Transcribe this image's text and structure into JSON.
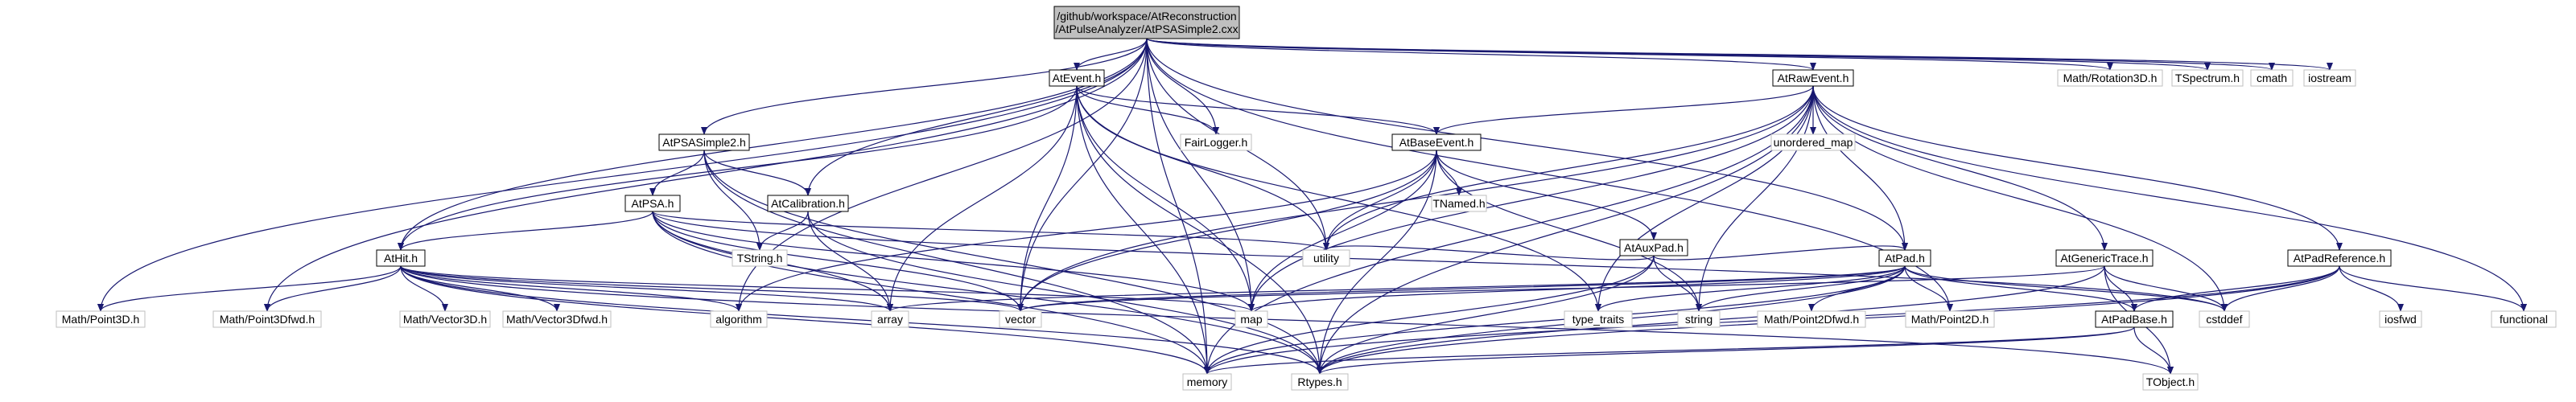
{
  "graph": {
    "type": "include-dependency-graph",
    "edge_color": "#191970",
    "node_fill": "#ffffff",
    "root_fill": "#bfbfbf",
    "external_border": "#bfbfbf",
    "nodes": [
      {
        "id": "root",
        "lines": [
          "/github/workspace/AtReconstruction",
          "/AtPulseAnalyzer/AtPSASimple2.cxx"
        ],
        "kind": "root"
      },
      {
        "id": "atevent",
        "lines": [
          "AtEvent.h"
        ],
        "kind": "local"
      },
      {
        "id": "atrawevent",
        "lines": [
          "AtRawEvent.h"
        ],
        "kind": "local"
      },
      {
        "id": "rotation3d",
        "lines": [
          "Math/Rotation3D.h"
        ],
        "kind": "external"
      },
      {
        "id": "tspectrum",
        "lines": [
          "TSpectrum.h"
        ],
        "kind": "external"
      },
      {
        "id": "cmath",
        "lines": [
          "cmath"
        ],
        "kind": "external"
      },
      {
        "id": "iostream",
        "lines": [
          "iostream"
        ],
        "kind": "external"
      },
      {
        "id": "atpsasimple2h",
        "lines": [
          "AtPSASimple2.h"
        ],
        "kind": "local"
      },
      {
        "id": "fairlogger",
        "lines": [
          "FairLogger.h"
        ],
        "kind": "external"
      },
      {
        "id": "atbaseevent",
        "lines": [
          "AtBaseEvent.h"
        ],
        "kind": "local"
      },
      {
        "id": "unordered_map",
        "lines": [
          "unordered_map"
        ],
        "kind": "external"
      },
      {
        "id": "atpsa",
        "lines": [
          "AtPSA.h"
        ],
        "kind": "local"
      },
      {
        "id": "atcalibration",
        "lines": [
          "AtCalibration.h"
        ],
        "kind": "local"
      },
      {
        "id": "tnamed",
        "lines": [
          "TNamed.h"
        ],
        "kind": "external"
      },
      {
        "id": "ataux",
        "lines": [
          "AtAuxPad.h"
        ],
        "kind": "local"
      },
      {
        "id": "atpadref",
        "lines": [
          "AtPadReference.h"
        ],
        "kind": "local"
      },
      {
        "id": "tstring",
        "lines": [
          "TString.h"
        ],
        "kind": "external"
      },
      {
        "id": "utility",
        "lines": [
          "utility"
        ],
        "kind": "external"
      },
      {
        "id": "athit",
        "lines": [
          "AtHit.h"
        ],
        "kind": "local"
      },
      {
        "id": "atpad",
        "lines": [
          "AtPad.h"
        ],
        "kind": "local"
      },
      {
        "id": "atgeneric",
        "lines": [
          "AtGenericTrace.h"
        ],
        "kind": "local"
      },
      {
        "id": "point3d",
        "lines": [
          "Math/Point3D.h"
        ],
        "kind": "external"
      },
      {
        "id": "point3dfwd",
        "lines": [
          "Math/Point3Dfwd.h"
        ],
        "kind": "external"
      },
      {
        "id": "vector3d",
        "lines": [
          "Math/Vector3D.h"
        ],
        "kind": "external"
      },
      {
        "id": "vector3dfwd",
        "lines": [
          "Math/Vector3Dfwd.h"
        ],
        "kind": "external"
      },
      {
        "id": "algorithm",
        "lines": [
          "algorithm"
        ],
        "kind": "external"
      },
      {
        "id": "array",
        "lines": [
          "array"
        ],
        "kind": "external"
      },
      {
        "id": "vector",
        "lines": [
          "vector"
        ],
        "kind": "external"
      },
      {
        "id": "map",
        "lines": [
          "map"
        ],
        "kind": "external"
      },
      {
        "id": "type_traits",
        "lines": [
          "type_traits"
        ],
        "kind": "external"
      },
      {
        "id": "string",
        "lines": [
          "string"
        ],
        "kind": "external"
      },
      {
        "id": "point2dfwd",
        "lines": [
          "Math/Point2Dfwd.h"
        ],
        "kind": "external"
      },
      {
        "id": "point2d",
        "lines": [
          "Math/Point2D.h"
        ],
        "kind": "external"
      },
      {
        "id": "atpadbase",
        "lines": [
          "AtPadBase.h"
        ],
        "kind": "local"
      },
      {
        "id": "cstddef",
        "lines": [
          "cstddef"
        ],
        "kind": "external"
      },
      {
        "id": "iosfwd",
        "lines": [
          "iosfwd"
        ],
        "kind": "external"
      },
      {
        "id": "functional",
        "lines": [
          "functional"
        ],
        "kind": "external"
      },
      {
        "id": "memory",
        "lines": [
          "memory"
        ],
        "kind": "external"
      },
      {
        "id": "rtypes",
        "lines": [
          "Rtypes.h"
        ],
        "kind": "external"
      },
      {
        "id": "tobject",
        "lines": [
          "TObject.h"
        ],
        "kind": "external"
      }
    ],
    "edges": [
      [
        "root",
        "atevent"
      ],
      [
        "root",
        "atrawevent"
      ],
      [
        "root",
        "rotation3d"
      ],
      [
        "root",
        "tspectrum"
      ],
      [
        "root",
        "cmath"
      ],
      [
        "root",
        "iostream"
      ],
      [
        "root",
        "atpsasimple2h"
      ],
      [
        "root",
        "fairlogger"
      ],
      [
        "root",
        "atcalibration"
      ],
      [
        "root",
        "athit"
      ],
      [
        "root",
        "atpad"
      ],
      [
        "root",
        "point3d"
      ],
      [
        "root",
        "point3dfwd"
      ],
      [
        "root",
        "algorithm"
      ],
      [
        "root",
        "vector"
      ],
      [
        "root",
        "map"
      ],
      [
        "root",
        "utility"
      ],
      [
        "root",
        "point2d"
      ],
      [
        "root",
        "memory"
      ],
      [
        "atevent",
        "atbaseevent"
      ],
      [
        "atevent",
        "fairlogger"
      ],
      [
        "atevent",
        "athit"
      ],
      [
        "atevent",
        "utility"
      ],
      [
        "atevent",
        "array"
      ],
      [
        "atevent",
        "vector"
      ],
      [
        "atevent",
        "map"
      ],
      [
        "atevent",
        "type_traits"
      ],
      [
        "atevent",
        "memory"
      ],
      [
        "atevent",
        "rtypes"
      ],
      [
        "atrawevent",
        "atbaseevent"
      ],
      [
        "atrawevent",
        "unordered_map"
      ],
      [
        "atrawevent",
        "atpad"
      ],
      [
        "atrawevent",
        "atgeneric"
      ],
      [
        "atrawevent",
        "atpadref"
      ],
      [
        "atrawevent",
        "utility"
      ],
      [
        "atrawevent",
        "vector"
      ],
      [
        "atrawevent",
        "map"
      ],
      [
        "atrawevent",
        "type_traits"
      ],
      [
        "atrawevent",
        "string"
      ],
      [
        "atrawevent",
        "cstddef"
      ],
      [
        "atrawevent",
        "functional"
      ],
      [
        "atrawevent",
        "rtypes"
      ],
      [
        "atrawevent",
        "memory"
      ],
      [
        "atpsasimple2h",
        "atpsa"
      ],
      [
        "atpsasimple2h",
        "atcalibration"
      ],
      [
        "atpsasimple2h",
        "tstring"
      ],
      [
        "atpsasimple2h",
        "rtypes"
      ],
      [
        "atpsasimple2h",
        "memory"
      ],
      [
        "atbaseevent",
        "tnamed"
      ],
      [
        "atbaseevent",
        "ataux"
      ],
      [
        "atbaseevent",
        "utility"
      ],
      [
        "atbaseevent",
        "map"
      ],
      [
        "atbaseevent",
        "vector"
      ],
      [
        "atbaseevent",
        "string"
      ],
      [
        "atbaseevent",
        "rtypes"
      ],
      [
        "atbaseevent",
        "algorithm"
      ],
      [
        "atpsa",
        "athit"
      ],
      [
        "atpsa",
        "utility"
      ],
      [
        "atpsa",
        "array"
      ],
      [
        "atpsa",
        "vector"
      ],
      [
        "atpsa",
        "map"
      ],
      [
        "atpsa",
        "memory"
      ],
      [
        "atpsa",
        "rtypes"
      ],
      [
        "atpsa",
        "cstddef"
      ],
      [
        "atcalibration",
        "tstring"
      ],
      [
        "atcalibration",
        "array"
      ],
      [
        "atcalibration",
        "rtypes"
      ],
      [
        "ataux",
        "atpad"
      ],
      [
        "ataux",
        "utility"
      ],
      [
        "ataux",
        "string"
      ],
      [
        "ataux",
        "memory"
      ],
      [
        "ataux",
        "rtypes"
      ],
      [
        "atpadref",
        "atpadbase"
      ],
      [
        "atpadref",
        "cstddef"
      ],
      [
        "atpadref",
        "iosfwd"
      ],
      [
        "atpadref",
        "functional"
      ],
      [
        "atpadref",
        "rtypes"
      ],
      [
        "atpadref",
        "memory"
      ],
      [
        "athit",
        "point3d"
      ],
      [
        "athit",
        "point3dfwd"
      ],
      [
        "athit",
        "vector3d"
      ],
      [
        "athit",
        "vector3dfwd"
      ],
      [
        "athit",
        "algorithm"
      ],
      [
        "athit",
        "array"
      ],
      [
        "athit",
        "vector"
      ],
      [
        "athit",
        "map"
      ],
      [
        "athit",
        "memory"
      ],
      [
        "athit",
        "rtypes"
      ],
      [
        "athit",
        "tobject"
      ],
      [
        "atpad",
        "atpadbase"
      ],
      [
        "atpad",
        "point2d"
      ],
      [
        "atpad",
        "point2dfwd"
      ],
      [
        "atpad",
        "array"
      ],
      [
        "atpad",
        "vector"
      ],
      [
        "atpad",
        "map"
      ],
      [
        "atpad",
        "type_traits"
      ],
      [
        "atpad",
        "string"
      ],
      [
        "atpad",
        "memory"
      ],
      [
        "atpad",
        "rtypes"
      ],
      [
        "atpad",
        "cstddef"
      ],
      [
        "atgeneric",
        "atpadbase"
      ],
      [
        "atgeneric",
        "vector"
      ],
      [
        "atgeneric",
        "cstddef"
      ],
      [
        "atgeneric",
        "rtypes"
      ],
      [
        "atgeneric",
        "tobject"
      ],
      [
        "atpadbase",
        "memory"
      ],
      [
        "atpadbase",
        "rtypes"
      ],
      [
        "atpadbase",
        "tobject"
      ]
    ]
  }
}
